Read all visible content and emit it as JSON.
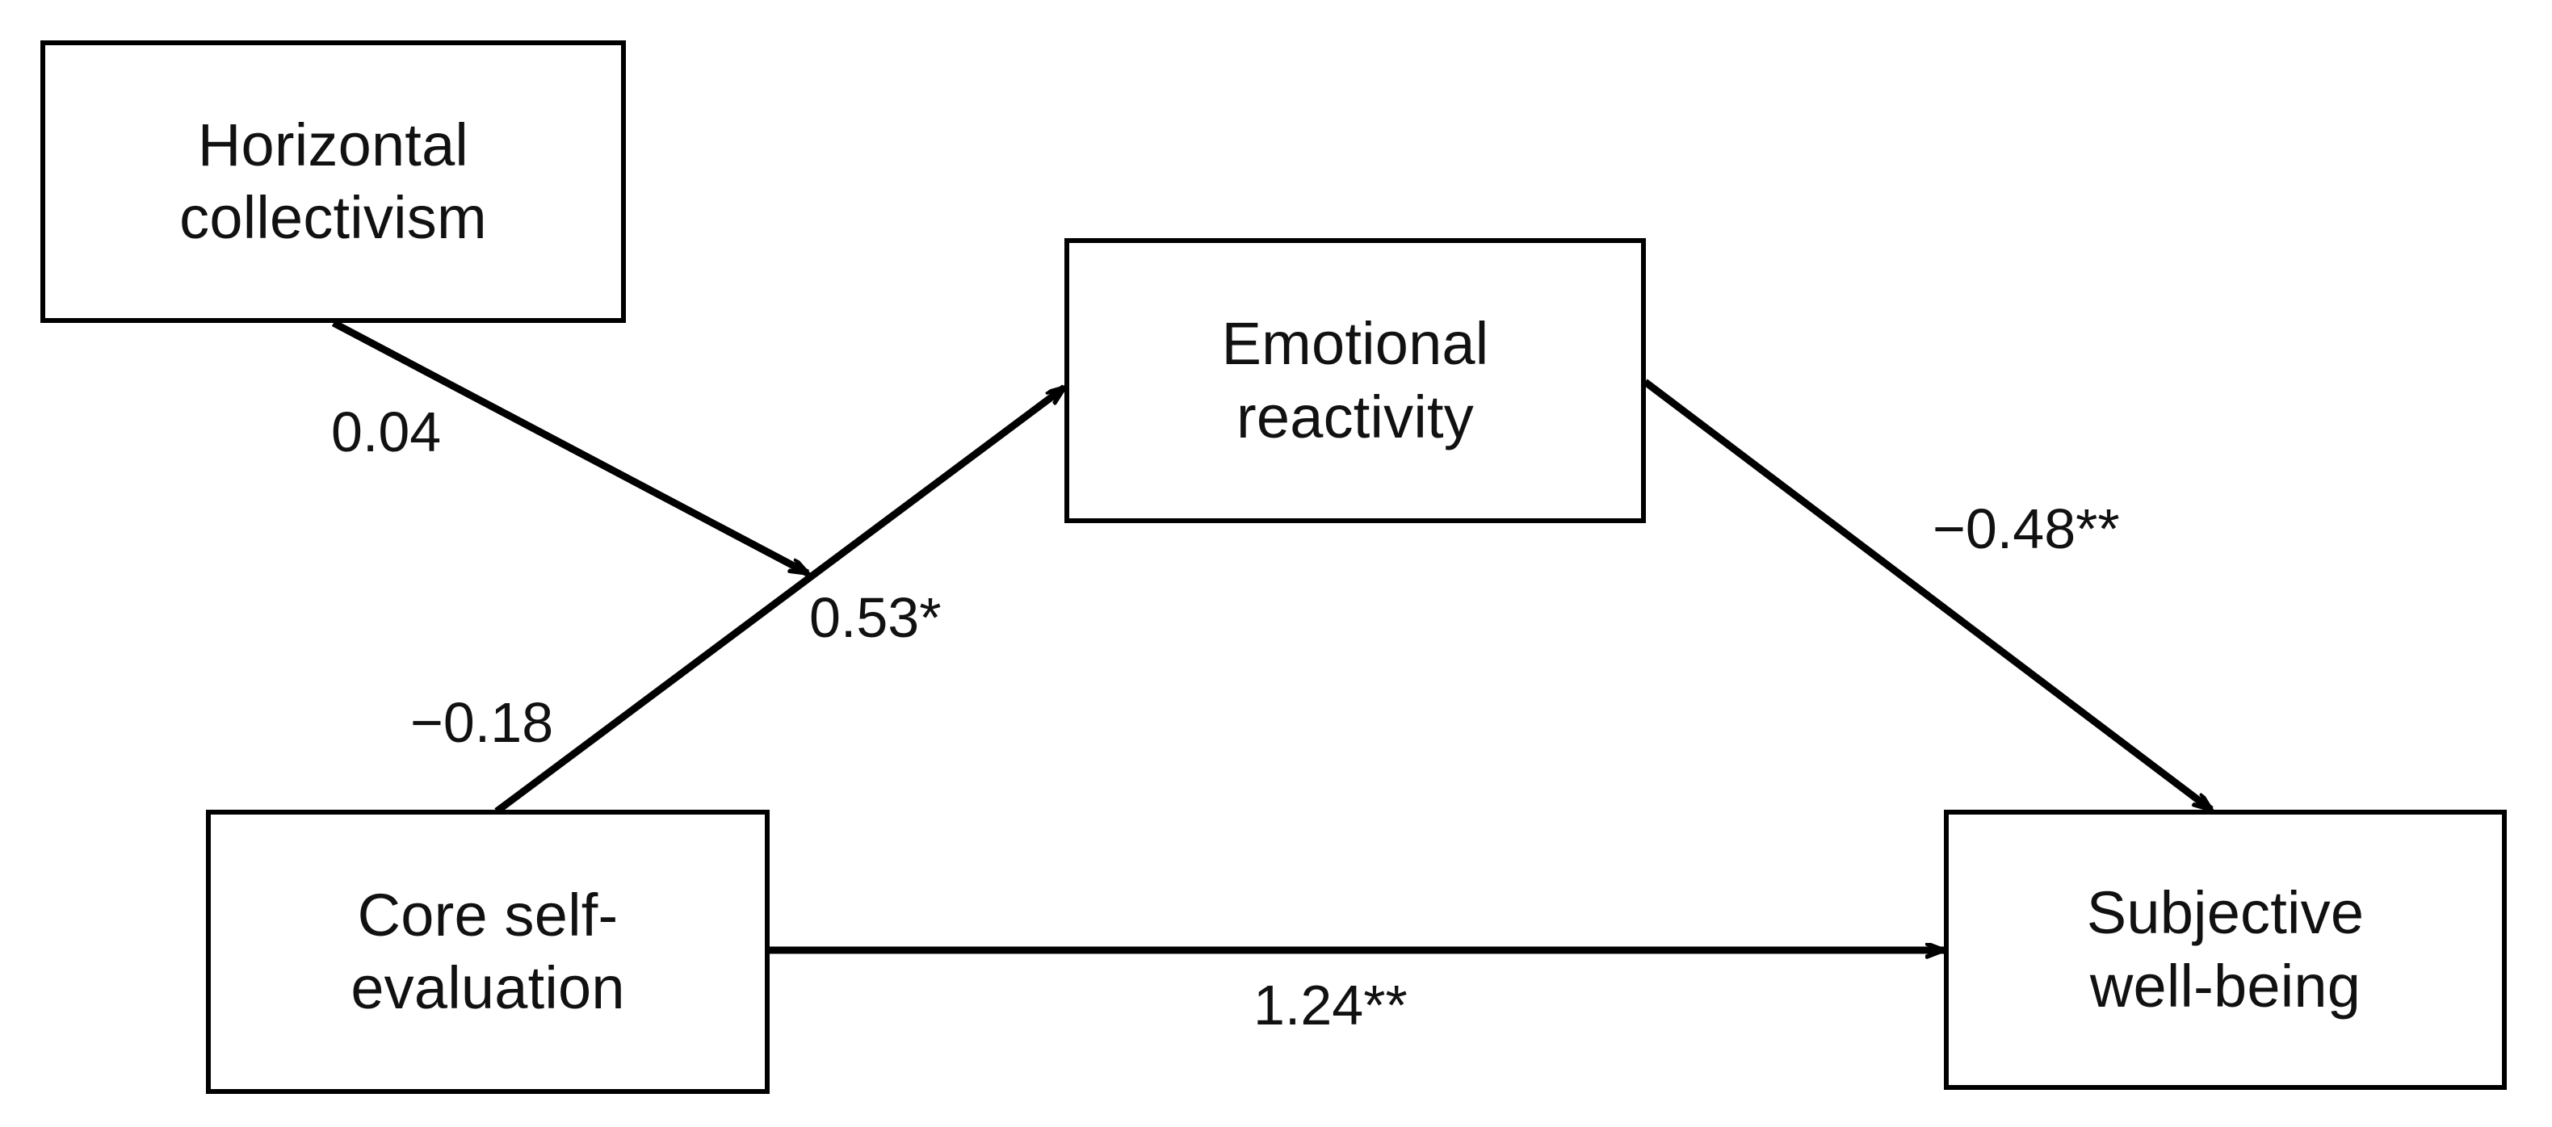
{
  "figure": {
    "type": "path-diagram",
    "background_color": "#ffffff",
    "line_color": "#000000",
    "text_color": "#111111"
  },
  "nodes": [
    {
      "id": "horizontal-collectivism",
      "label": "Horizontal\ncollectivism",
      "line1": "Horizontal",
      "line2": "collectivism"
    },
    {
      "id": "emotional-reactivity",
      "label": "Emotional\nreactivity",
      "line1": "Emotional",
      "line2": "reactivity"
    },
    {
      "id": "core-self-evaluation",
      "label": "Core self-\nevaluation",
      "line1": "Core self-",
      "line2": "evaluation"
    },
    {
      "id": "subjective-well-being",
      "label": "Subjective\nwell-being",
      "line1": "Subjective",
      "line2": "well-being"
    }
  ],
  "paths": [
    {
      "id": "hc-to-cse-er-path",
      "from": "horizontal-collectivism",
      "to": "core-self-evaluation-to-emotional-reactivity-path",
      "coefficient": "0.04",
      "significance": "",
      "label": "0.04"
    },
    {
      "id": "cse-to-er",
      "from": "core-self-evaluation",
      "to": "emotional-reactivity",
      "coefficient": "0.53",
      "significance": "*",
      "label": "0.53*"
    },
    {
      "id": "cse-to-er-moderation",
      "from": "core-self-evaluation",
      "to": "emotional-reactivity",
      "coefficient": "−0.18",
      "significance": "",
      "label": "−0.18"
    },
    {
      "id": "er-to-swb",
      "from": "emotional-reactivity",
      "to": "subjective-well-being",
      "coefficient": "−0.48",
      "significance": "**",
      "label": "−0.48**"
    },
    {
      "id": "cse-to-swb",
      "from": "core-self-evaluation",
      "to": "subjective-well-being",
      "coefficient": "1.24",
      "significance": "**",
      "label": "1.24**"
    }
  ]
}
